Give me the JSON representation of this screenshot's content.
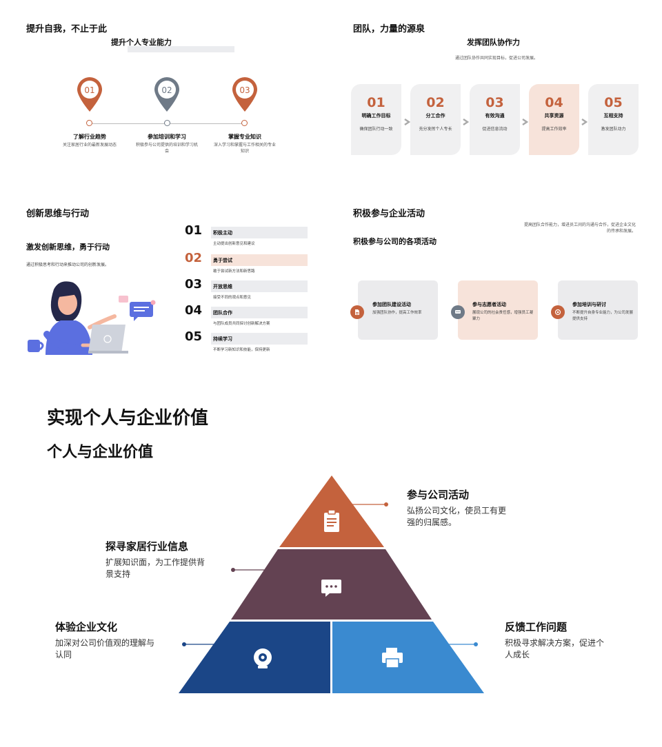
{
  "slide1": {
    "title": "提升自我，不止于此",
    "subtitle": "提升个人专业能力",
    "items": [
      {
        "num": "01",
        "name": "了解行业趋势",
        "desc": "关注家居行业的最新发展动态",
        "color": "#c4623d"
      },
      {
        "num": "02",
        "name": "参加培训和学习",
        "desc": "积极参与公司提供的培训和学习机会",
        "color": "#6f7a87"
      },
      {
        "num": "03",
        "name": "掌握专业知识",
        "desc": "深入学习和掌握与工作相关的专业知识",
        "color": "#c4623d"
      }
    ]
  },
  "slide2": {
    "title": "团队，力量的源泉",
    "subtitle": "发挥团队协作力",
    "desc": "通过团队协作共同实现目标，促进公司发展。",
    "cards": [
      {
        "num": "01",
        "name": "明确工作目标",
        "desc": "确保团队行动一致"
      },
      {
        "num": "02",
        "name": "分工合作",
        "desc": "充分发挥个人专长"
      },
      {
        "num": "03",
        "name": "有效沟通",
        "desc": "促进信息流动"
      },
      {
        "num": "04",
        "name": "共享资源",
        "desc": "提高工作效率"
      },
      {
        "num": "05",
        "name": "互相支持",
        "desc": "激发团队动力"
      }
    ]
  },
  "slide3": {
    "title": "创新思维与行动",
    "subtitle": "激发创新思维，勇于行动",
    "desc": "通过积极思考和行动来推动公司的创新发展。",
    "items": [
      {
        "num": "01",
        "name": "积极主动",
        "desc": "主动提出创新意见和建议"
      },
      {
        "num": "02",
        "name": "勇于尝试",
        "desc": "敢于尝试新方法和新思路"
      },
      {
        "num": "03",
        "name": "开放思维",
        "desc": "接受不同的观点和意见"
      },
      {
        "num": "04",
        "name": "团队合作",
        "desc": "与团队成员共同探讨创新解决方案"
      },
      {
        "num": "05",
        "name": "持续学习",
        "desc": "不断学习新知识和技能，保持更新"
      }
    ]
  },
  "slide4": {
    "title": "积极参与企业活动",
    "subtitle": "积极参与公司的各项活动",
    "desc": "提高团队合作能力，增进员工间的沟通与合作，促进企业文化的传承和发展。",
    "activities": [
      {
        "name": "参加团队建设活动",
        "desc": "加强团队协作，提高工作效率",
        "icon": "document-icon",
        "color": "#c4623d"
      },
      {
        "name": "参与志愿者活动",
        "desc": "展现公司的社会责任感，增强员工凝聚力",
        "icon": "chat-icon",
        "color": "#6f7a87"
      },
      {
        "name": "参加培训与研讨",
        "desc": "不断提升自身专业能力，为公司发展提供支持",
        "icon": "target-icon",
        "color": "#c4623d"
      }
    ]
  },
  "slide5": {
    "title": "实现个人与企业价值",
    "subtitle": "个人与企业价值",
    "labels": [
      {
        "title": "参与公司活动",
        "desc": "弘扬公司文化，使员工有更强的归属感。"
      },
      {
        "title": "探寻家居行业信息",
        "desc": "扩展知识面，为工作提供背景支持"
      },
      {
        "title": "体验企业文化",
        "desc": "加深对公司价值观的理解与认同"
      },
      {
        "title": "反馈工作问题",
        "desc": "积极寻求解决方案，促进个人成长"
      }
    ],
    "colors": {
      "top": "#c4623d",
      "middle": "#634252",
      "bottom_left": "#1b4687",
      "bottom_right": "#3a8ad0"
    }
  }
}
